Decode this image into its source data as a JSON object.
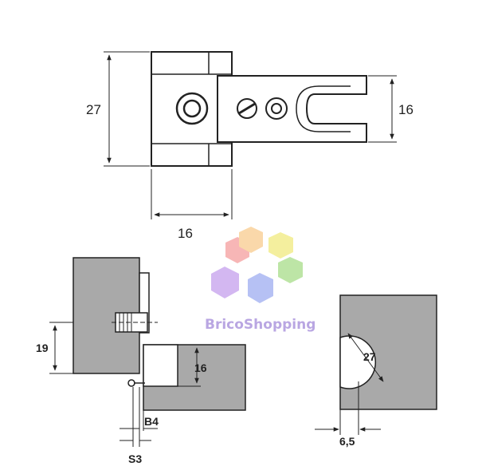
{
  "top_view": {
    "height_label": "27",
    "width_label": "16",
    "arm_height_label": "16"
  },
  "side_view": {
    "offset_label": "19",
    "door_depth_label": "16",
    "b_label": "B4",
    "s_label": "S3"
  },
  "bore_view": {
    "diameter_label": "27",
    "edge_offset_label": "6,5"
  },
  "watermark": {
    "brand": "BricoShopping",
    "colors": [
      "#f6a0a0",
      "#f9c98a",
      "#f3ec7e",
      "#a6e08a",
      "#9fb0f2",
      "#c6a0ee"
    ]
  },
  "colors": {
    "line": "#222222",
    "wood": "#a9a9a9",
    "metal": "#ffffff"
  }
}
